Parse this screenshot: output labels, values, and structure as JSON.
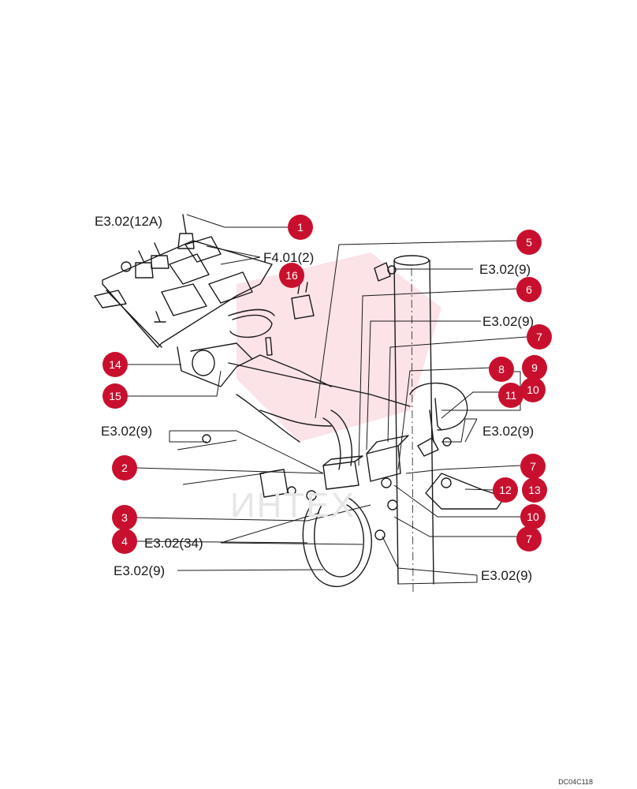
{
  "references": {
    "e3_02_12a": "E3.02(12A)",
    "f4_01_2": "F4.01(2)",
    "e3_02_9": "E3.02(9)",
    "e3_02_34": "E3.02(34)"
  },
  "callouts": [
    "1",
    "2",
    "3",
    "4",
    "5",
    "6",
    "7",
    "8",
    "9",
    "10",
    "11",
    "12",
    "13",
    "14",
    "15",
    "16"
  ],
  "watermark": "ИНТЕХ",
  "drawing_code": "DC04C118",
  "colors": {
    "badge": "#c8102e",
    "line": "#1a1a1a"
  }
}
